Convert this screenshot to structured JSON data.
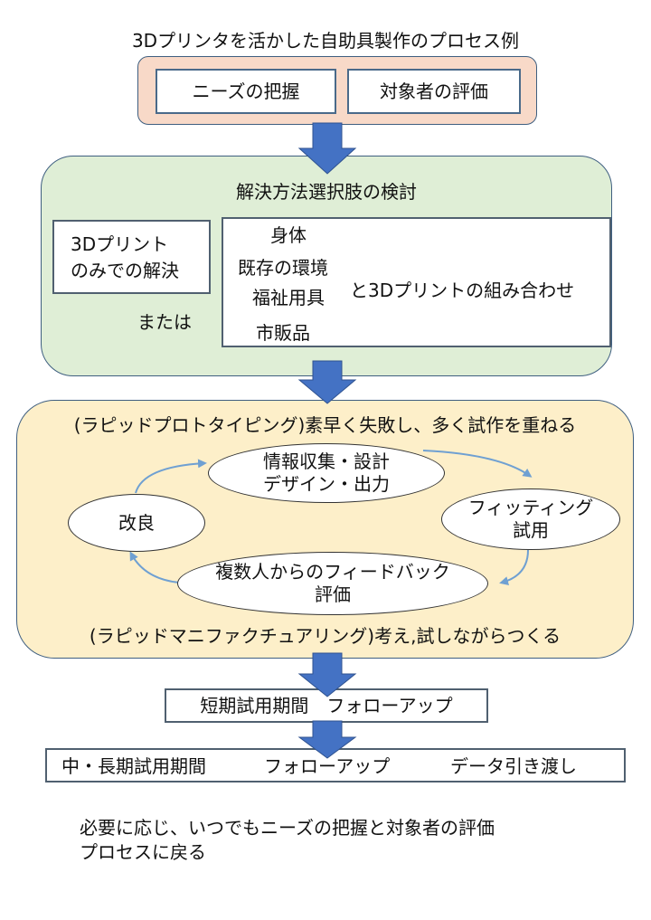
{
  "title": "3Dプリンタを活かした自助具製作のプロセス例",
  "stage1": {
    "needs": "ニーズの把握",
    "evaluation": "対象者の評価"
  },
  "stage2": {
    "heading": "解決方法選択肢の検討",
    "print_only_line1": "3Dプリント",
    "print_only_line2": "のみでの解決",
    "or_label": "または",
    "options": [
      "身体",
      "既存の環境",
      "福祉用具",
      "市販品"
    ],
    "combination": "と3Dプリントの組み合わせ"
  },
  "stage3": {
    "top_note": "(ラピッドプロトタイピング)素早く失敗し、多く試作を重ねる",
    "cycle": {
      "design_line1": "情報収集・設計",
      "design_line2": "デザイン・出力",
      "fitting_line1": "フィッティング",
      "fitting_line2": "試用",
      "feedback_line1": "複数人からのフィードバック",
      "feedback_line2": "評価",
      "improve": "改良"
    },
    "bottom_note": "(ラピッドマニファクチュアリング)考え,試しながらつくる"
  },
  "stage4": {
    "label": "短期試用期間　フォローアップ"
  },
  "stage5": {
    "label1": "中・長期試用期間",
    "label2": "フォローアップ",
    "label3": "データ引き渡し"
  },
  "footer": {
    "line1": "必要に応じ、いつでもニーズの把握と対象者の評価",
    "line2": "プロセスに戻る"
  },
  "colors": {
    "stage1_fill": "#f8d9c8",
    "stage2_fill": "#dfeed6",
    "stage3_fill": "#fdefc9",
    "arrow": "#4472c4",
    "cycle_arrow": "#6fa0d2",
    "border": "#3f5f80"
  }
}
